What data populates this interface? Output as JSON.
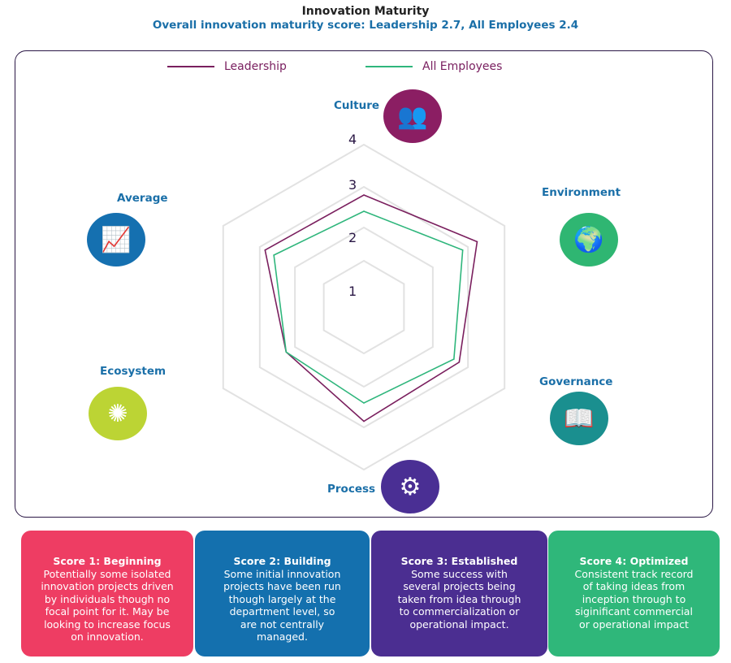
{
  "title": "Innovation Maturity",
  "subtitle": "Overall innovation maturity score: Leadership 2.7, All Employees 2.4",
  "chart_data": {
    "type": "radar",
    "title": "Innovation Maturity",
    "categories": [
      "Culture",
      "Environment",
      "Governance",
      "Process",
      "Ecosystem",
      "Average"
    ],
    "ticks": [
      "1",
      "2",
      "3",
      "4"
    ],
    "range": [
      0,
      4
    ],
    "legend": "top",
    "series": [
      {
        "name": "Leadership",
        "color": "#7a1f5e",
        "values": [
          2.8,
          3.25,
          2.75,
          2.85,
          2.25,
          2.85
        ]
      },
      {
        "name": "All Employees",
        "color": "#2fb67c",
        "values": [
          2.4,
          2.85,
          2.6,
          2.4,
          2.25,
          2.6
        ]
      }
    ]
  },
  "icons": [
    "people-icon",
    "globe-icon",
    "book-icon",
    "gear-arrow-icon",
    "network-icon",
    "growth-chart-icon"
  ],
  "icon_colors": [
    "#8b1e63",
    "#2fb672",
    "#1a8f8f",
    "#4a2f94",
    "#bcd434",
    "#1570b0"
  ],
  "cards": [
    {
      "title": "Score 1: Beginning",
      "color": "#ee3d63",
      "lines": [
        "Potentially some isolated",
        "innovation projects driven",
        "by individuals though no",
        "focal point for it. May be",
        "looking to increase focus",
        "on innovation."
      ]
    },
    {
      "title": "Score 2: Building",
      "color": "#1470ae",
      "lines": [
        "Some initial innovation",
        "projects have been run",
        "though largely at the",
        "department level, so",
        "are not centrally",
        "managed."
      ]
    },
    {
      "title": "Score 3: Established",
      "color": "#4b2e91",
      "lines": [
        "Some success with",
        "several projects being",
        "taken from idea through",
        "to commercialization or",
        "operational impact."
      ]
    },
    {
      "title": "Score 4: Optimized",
      "color": "#2fb77a",
      "lines": [
        "Consistent track record",
        "of taking ideas from",
        "inception through to",
        "siginificant commercial",
        "or operational impact"
      ]
    }
  ]
}
